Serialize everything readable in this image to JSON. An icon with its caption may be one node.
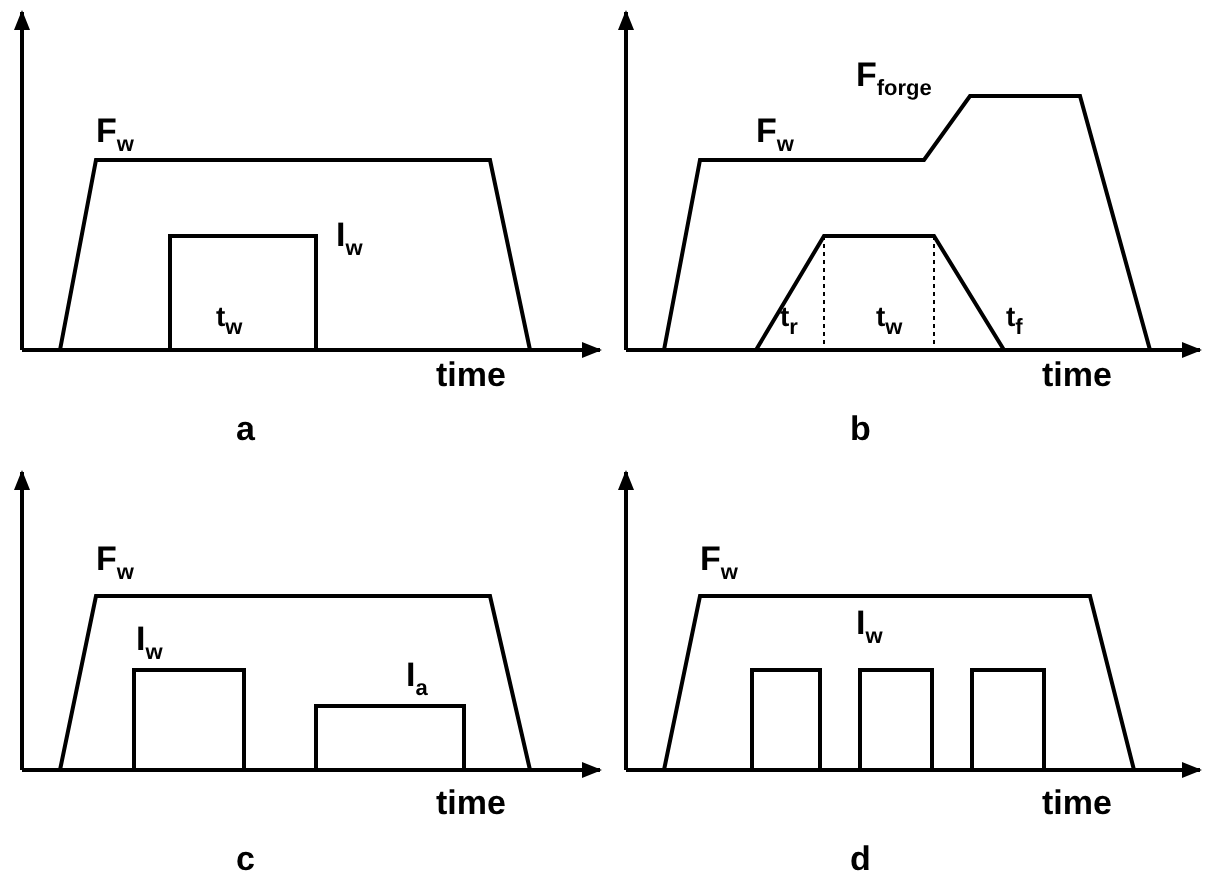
{
  "diagram": {
    "labels": [
      "F$_{w}$",
      "I$_{w}$",
      "t$_{w}$",
      "time",
      "a",
      "F$_{forge}$",
      "F$_{w}$",
      "t$_{r}$",
      "t$_{w}$",
      "t$_{f}$",
      "time",
      "b",
      "F$_{w}$",
      "I$_{w}$",
      "I$_{a}$",
      "time",
      "c",
      "F$_{w}$",
      "I$_{w}$",
      "time",
      "d"
    ]
  }
}
